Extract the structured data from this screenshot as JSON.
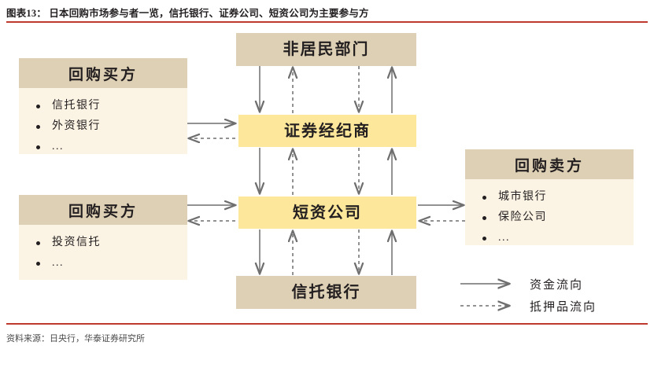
{
  "header": {
    "title": "图表13： 日本回购市场参与者一览，信托银行、证券公司、短资公司为主要参与方",
    "accent_color": "#c0392f"
  },
  "footer": {
    "source": "资料来源：日央行，华泰证券研究所"
  },
  "palette": {
    "tan": "#ded0b4",
    "yellow": "#fce79a",
    "cream": "#fbf3e4",
    "arrow": "#6f6f6f",
    "text": "#231f20"
  },
  "panels": {
    "buyer_top": {
      "title": "回购买方",
      "items": [
        "信托银行",
        "外资银行",
        "..."
      ]
    },
    "buyer_bottom": {
      "title": "回购买方",
      "items": [
        "投资信托",
        "..."
      ]
    },
    "seller_right": {
      "title": "回购卖方",
      "items": [
        "城市银行",
        "保险公司",
        "..."
      ]
    }
  },
  "nodes": {
    "non_resident": "非居民部门",
    "securities_broker": "证券经纪商",
    "short_term_company": "短资公司",
    "trust_bank": "信托银行"
  },
  "legend": {
    "items": [
      {
        "label": "资金流向",
        "style": "solid",
        "icon": "solid-arrow-icon"
      },
      {
        "label": "抵押品流向",
        "style": "dashed",
        "icon": "dashed-arrow-icon"
      }
    ]
  },
  "chart_data": {
    "type": "diagram",
    "title": "日本回购市场参与者一览",
    "nodes": [
      {
        "id": "buyer_top",
        "label": "回购买方",
        "kind": "panel",
        "members": [
          "信托银行",
          "外资银行",
          "..."
        ]
      },
      {
        "id": "buyer_bottom",
        "label": "回购买方",
        "kind": "panel",
        "members": [
          "投资信托",
          "..."
        ]
      },
      {
        "id": "seller_right",
        "label": "回购卖方",
        "kind": "panel",
        "members": [
          "城市银行",
          "保险公司",
          "..."
        ]
      },
      {
        "id": "non_resident",
        "label": "非居民部门",
        "kind": "box-tan"
      },
      {
        "id": "securities_broker",
        "label": "证券经纪商",
        "kind": "box-yellow"
      },
      {
        "id": "short_term_company",
        "label": "短资公司",
        "kind": "box-yellow"
      },
      {
        "id": "trust_bank",
        "label": "信托银行",
        "kind": "box-tan"
      }
    ],
    "edges": [
      {
        "from": "buyer_top",
        "to": "securities_broker",
        "flow": "资金流向",
        "style": "solid"
      },
      {
        "from": "securities_broker",
        "to": "buyer_top",
        "flow": "抵押品流向",
        "style": "dashed"
      },
      {
        "from": "buyer_bottom",
        "to": "short_term_company",
        "flow": "资金流向",
        "style": "solid"
      },
      {
        "from": "short_term_company",
        "to": "buyer_bottom",
        "flow": "抵押品流向",
        "style": "dashed"
      },
      {
        "from": "short_term_company",
        "to": "seller_right",
        "flow": "资金流向",
        "style": "solid"
      },
      {
        "from": "seller_right",
        "to": "short_term_company",
        "flow": "抵押品流向",
        "style": "dashed"
      },
      {
        "from": "non_resident",
        "to": "securities_broker",
        "flow": "资金流向",
        "style": "solid"
      },
      {
        "from": "securities_broker",
        "to": "non_resident",
        "flow": "抵押品流向",
        "style": "dashed"
      },
      {
        "from": "non_resident",
        "to": "securities_broker",
        "flow": "抵押品流向",
        "style": "dashed"
      },
      {
        "from": "securities_broker",
        "to": "non_resident",
        "flow": "资金流向",
        "style": "solid"
      },
      {
        "from": "securities_broker",
        "to": "short_term_company",
        "flow": "资金流向",
        "style": "solid"
      },
      {
        "from": "short_term_company",
        "to": "securities_broker",
        "flow": "抵押品流向",
        "style": "dashed"
      },
      {
        "from": "securities_broker",
        "to": "short_term_company",
        "flow": "抵押品流向",
        "style": "dashed"
      },
      {
        "from": "short_term_company",
        "to": "securities_broker",
        "flow": "资金流向",
        "style": "solid"
      },
      {
        "from": "short_term_company",
        "to": "trust_bank",
        "flow": "资金流向",
        "style": "solid"
      },
      {
        "from": "trust_bank",
        "to": "short_term_company",
        "flow": "抵押品流向",
        "style": "dashed"
      },
      {
        "from": "short_term_company",
        "to": "trust_bank",
        "flow": "抵押品流向",
        "style": "dashed"
      },
      {
        "from": "trust_bank",
        "to": "short_term_company",
        "flow": "资金流向",
        "style": "solid"
      }
    ],
    "legend": [
      "资金流向",
      "抵押品流向"
    ]
  }
}
